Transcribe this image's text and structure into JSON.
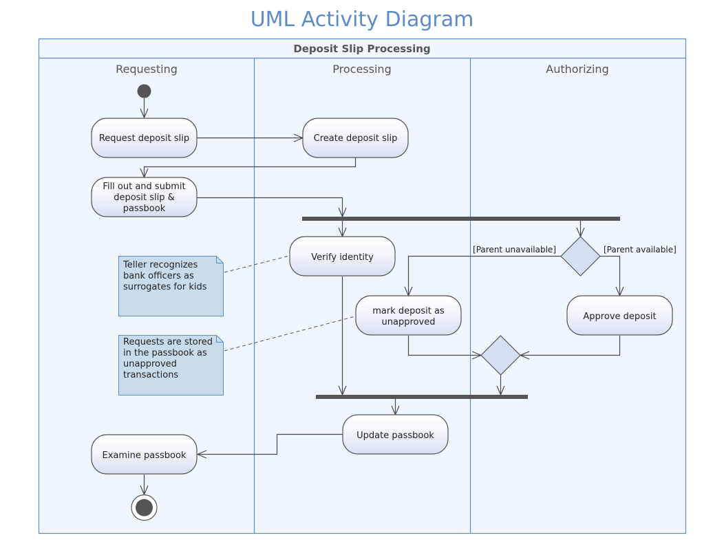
{
  "diagram": {
    "title": "UML Activity Diagram",
    "pool": {
      "title": "Deposit Slip Processing",
      "lanes": [
        {
          "id": "requesting",
          "label": "Requesting"
        },
        {
          "id": "processing",
          "label": "Processing"
        },
        {
          "id": "authorizing",
          "label": "Authorizing"
        }
      ]
    },
    "nodes": {
      "initial": {
        "type": "initial",
        "lane": "requesting"
      },
      "request_deposit_slip": {
        "type": "action",
        "lane": "requesting",
        "lines": [
          "Request deposit slip"
        ]
      },
      "create_deposit_slip": {
        "type": "action",
        "lane": "processing",
        "lines": [
          "Create deposit slip"
        ]
      },
      "fill_out_submit": {
        "type": "action",
        "lane": "requesting",
        "lines": [
          "Fill out and submit",
          "deposit slip &",
          "passbook"
        ]
      },
      "fork": {
        "type": "fork"
      },
      "verify_identity": {
        "type": "action",
        "lane": "processing",
        "lines": [
          "Verify identity"
        ]
      },
      "decision_parent": {
        "type": "decision",
        "lane": "authorizing"
      },
      "mark_unapproved": {
        "type": "action",
        "lane": "processing",
        "lines": [
          "mark deposit as",
          "unapproved"
        ]
      },
      "approve_deposit": {
        "type": "action",
        "lane": "authorizing",
        "lines": [
          "Approve deposit"
        ]
      },
      "merge": {
        "type": "merge",
        "lane": "authorizing"
      },
      "join": {
        "type": "join"
      },
      "update_passbook": {
        "type": "action",
        "lane": "processing",
        "lines": [
          "Update passbook"
        ]
      },
      "examine_passbook": {
        "type": "action",
        "lane": "requesting",
        "lines": [
          "Examine passbook"
        ]
      },
      "final": {
        "type": "final",
        "lane": "requesting"
      }
    },
    "guards": {
      "parent_unavailable": "[Parent unavailable]",
      "parent_available": "[Parent available]"
    },
    "notes": [
      {
        "id": "note_teller",
        "lines": [
          "Teller recognizes",
          "bank officers as",
          "surrogates for kids"
        ],
        "attached_to": "verify_identity"
      },
      {
        "id": "note_requests",
        "lines": [
          "Requests are stored",
          "in the passbook as",
          "unapproved",
          "transactions"
        ],
        "attached_to": "mark_unapproved"
      }
    ],
    "edges": [
      {
        "from": "initial",
        "to": "request_deposit_slip"
      },
      {
        "from": "request_deposit_slip",
        "to": "create_deposit_slip"
      },
      {
        "from": "create_deposit_slip",
        "to": "fill_out_submit"
      },
      {
        "from": "fill_out_submit",
        "to": "fork"
      },
      {
        "from": "fork",
        "to": "verify_identity"
      },
      {
        "from": "fork",
        "to": "decision_parent"
      },
      {
        "from": "decision_parent",
        "to": "mark_unapproved",
        "guard": "parent_unavailable"
      },
      {
        "from": "decision_parent",
        "to": "approve_deposit",
        "guard": "parent_available"
      },
      {
        "from": "mark_unapproved",
        "to": "merge"
      },
      {
        "from": "approve_deposit",
        "to": "merge"
      },
      {
        "from": "verify_identity",
        "to": "join"
      },
      {
        "from": "merge",
        "to": "join"
      },
      {
        "from": "join",
        "to": "update_passbook"
      },
      {
        "from": "update_passbook",
        "to": "examine_passbook"
      },
      {
        "from": "examine_passbook",
        "to": "final"
      }
    ]
  },
  "colors": {
    "title": "#5b8bc8",
    "frame": "#5b8bc8",
    "lane_fill": "#eff6fe",
    "action_top": "#ffffff",
    "action_bottom": "#d8e0f5",
    "decision_fill": "#d6e0f5",
    "note_fill": "#c8dcec",
    "bar": "#555555"
  }
}
